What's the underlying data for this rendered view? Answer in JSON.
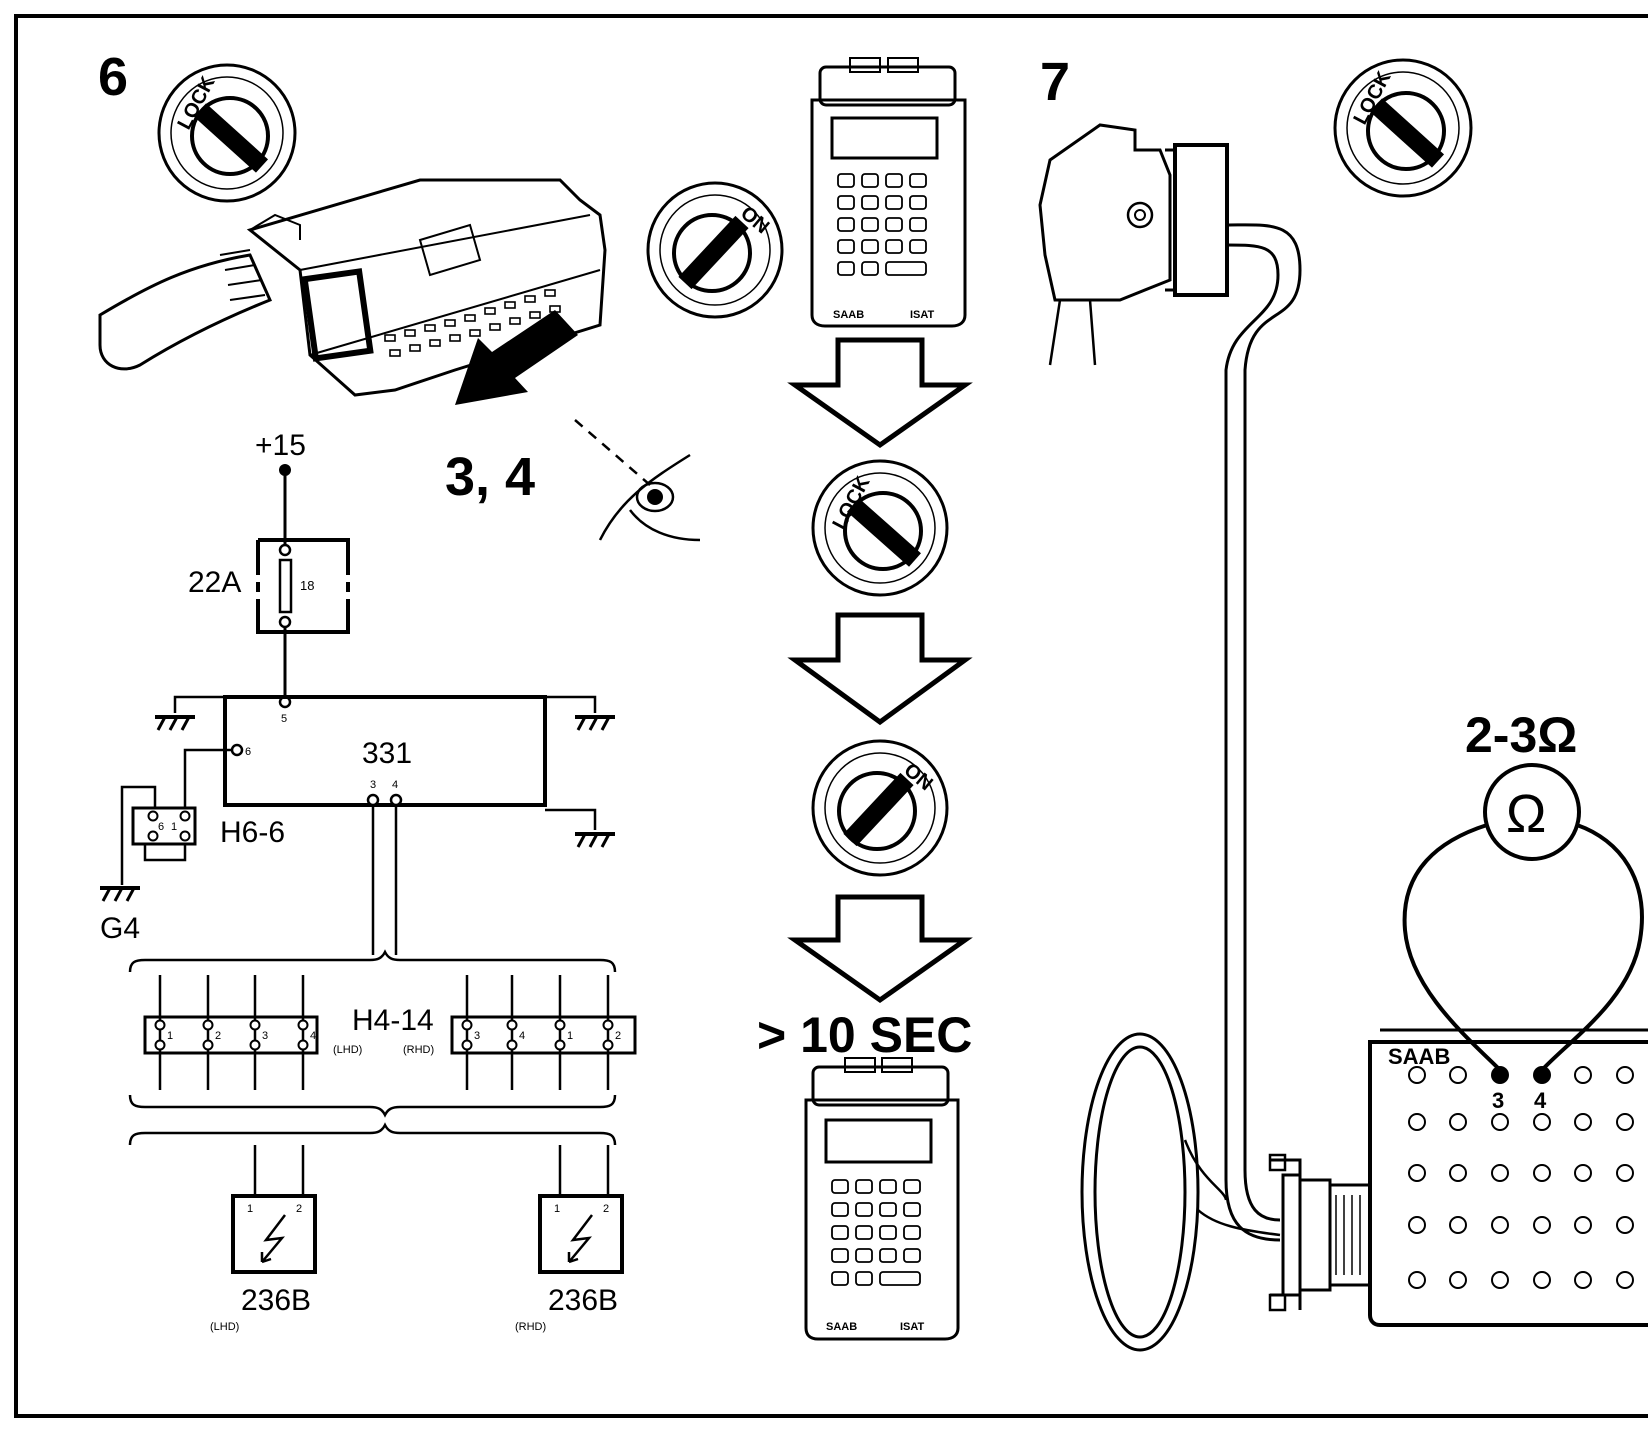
{
  "step6": {
    "number": "6",
    "connector_callout": "3, 4"
  },
  "step7": {
    "number": "7"
  },
  "ignition": {
    "lock_label": "LOCK",
    "on_label": "ON"
  },
  "tester": {
    "brand": "SAAB",
    "model": "ISAT"
  },
  "sequence": {
    "wait_label": "> 10 SEC"
  },
  "schematic": {
    "supply": "+15",
    "fuse_label": "22A",
    "fuse_number": "18",
    "module": "331",
    "module_pin_5": "5",
    "module_pin_6": "6",
    "module_pin_3": "3",
    "module_pin_4": "4",
    "connector_h66": "H6-6",
    "h66_pin_6": "6",
    "h66_pin_1": "1",
    "ground": "G4",
    "connector_h414": "H4-14",
    "lhd": "(LHD)",
    "rhd": "(RHD)",
    "h414_lhd_pins": [
      "1",
      "2",
      "3",
      "4"
    ],
    "h414_rhd_pins": [
      "3",
      "4",
      "1",
      "2"
    ],
    "squib": "236B",
    "squib_pins": [
      "1",
      "2"
    ]
  },
  "measurement": {
    "resistance": "2-3Ω",
    "ohm_symbol": "Ω",
    "box_brand": "SAAB",
    "pin_a": "3",
    "pin_b": "4"
  }
}
